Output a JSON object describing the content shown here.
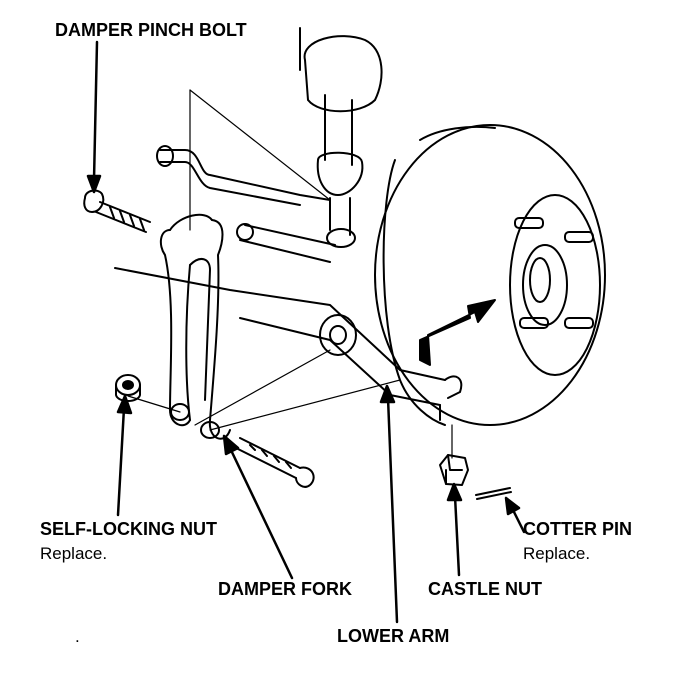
{
  "labels": {
    "damper_pinch_bolt": "DAMPER PINCH BOLT",
    "self_locking_nut": "SELF-LOCKING NUT",
    "self_locking_nut_note": "Replace.",
    "cotter_pin": "COTTER PIN",
    "cotter_pin_note": "Replace.",
    "damper_fork": "DAMPER FORK",
    "castle_nut": "CASTLE NUT",
    "lower_arm": "LOWER ARM",
    "stray_dot": "."
  },
  "colors": {
    "ink": "#000000",
    "paper": "#ffffff"
  }
}
